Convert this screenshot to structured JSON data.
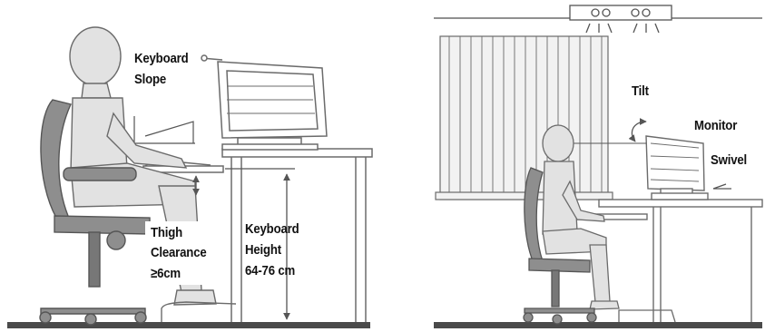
{
  "left_panel": {
    "keyboard_slope": [
      "Keyboard",
      "Slope"
    ],
    "thigh_clearance": [
      "Thigh",
      "Clearance",
      "≥6cm"
    ],
    "keyboard_height": [
      "Keyboard",
      "Height",
      "64-76 cm"
    ]
  },
  "right_panel": {
    "tilt": "Tilt",
    "monitor": "Monitor",
    "swivel": "Swivel"
  },
  "colors": {
    "line": "#6b6b6b",
    "figure_fill": "#e2e2e2",
    "chair_fill": "#8e8e8e",
    "floor": "#4a4a4a",
    "blind": "#f2f2f2"
  }
}
